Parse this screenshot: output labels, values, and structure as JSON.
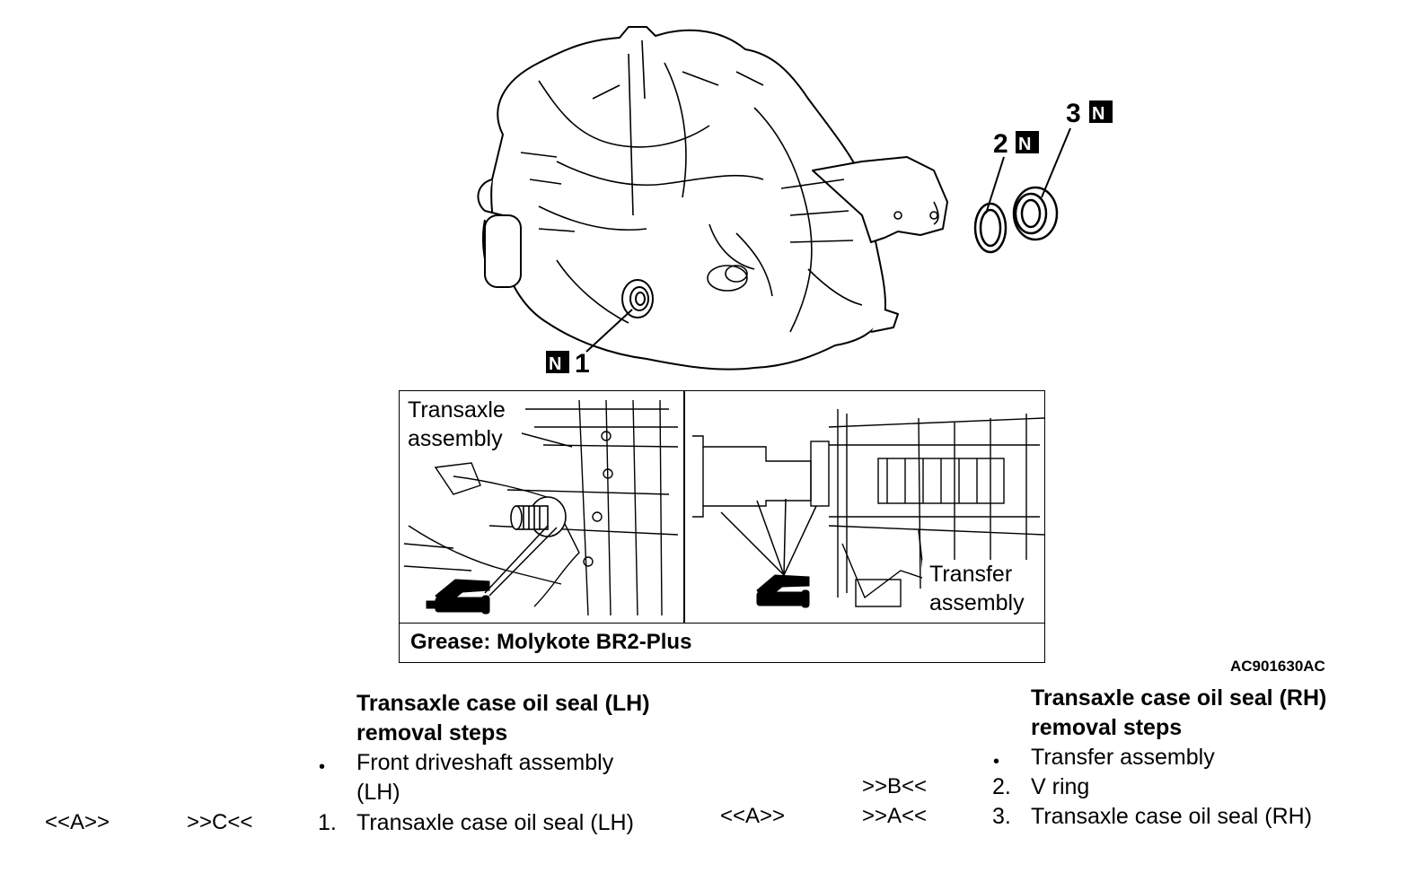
{
  "callouts": [
    {
      "num": "1",
      "badge": "N"
    },
    {
      "num": "2",
      "badge": "N"
    },
    {
      "num": "3",
      "badge": "N"
    }
  ],
  "inset": {
    "left_label_line1": "Transaxle",
    "left_label_line2": "assembly",
    "right_label_line1": "Transfer",
    "right_label_line2": "assembly",
    "caption": "Grease: Molykote BR2-Plus"
  },
  "figure_code": "AC901630AC",
  "lh": {
    "heading_line1": "Transaxle case oil seal (LH)",
    "heading_line2": "removal steps",
    "bullet_item_line1": "Front driveshaft assembly",
    "bullet_item_line2": "(LH)",
    "step1_ref_a": "<<A>>",
    "step1_ref_b": ">>C<<",
    "step1_num": "1.",
    "step1_text": "Transaxle case oil seal (LH)"
  },
  "rh": {
    "heading_line1": "Transaxle case oil seal (RH)",
    "heading_line2": "removal steps",
    "bullet_item": "Transfer assembly",
    "step2_ref": ">>B<<",
    "step2_num": "2.",
    "step2_text": "V ring",
    "step3_ref_a": "<<A>>",
    "step3_ref_b": ">>A<<",
    "step3_num": "3.",
    "step3_text": "Transaxle case oil seal (RH)"
  }
}
